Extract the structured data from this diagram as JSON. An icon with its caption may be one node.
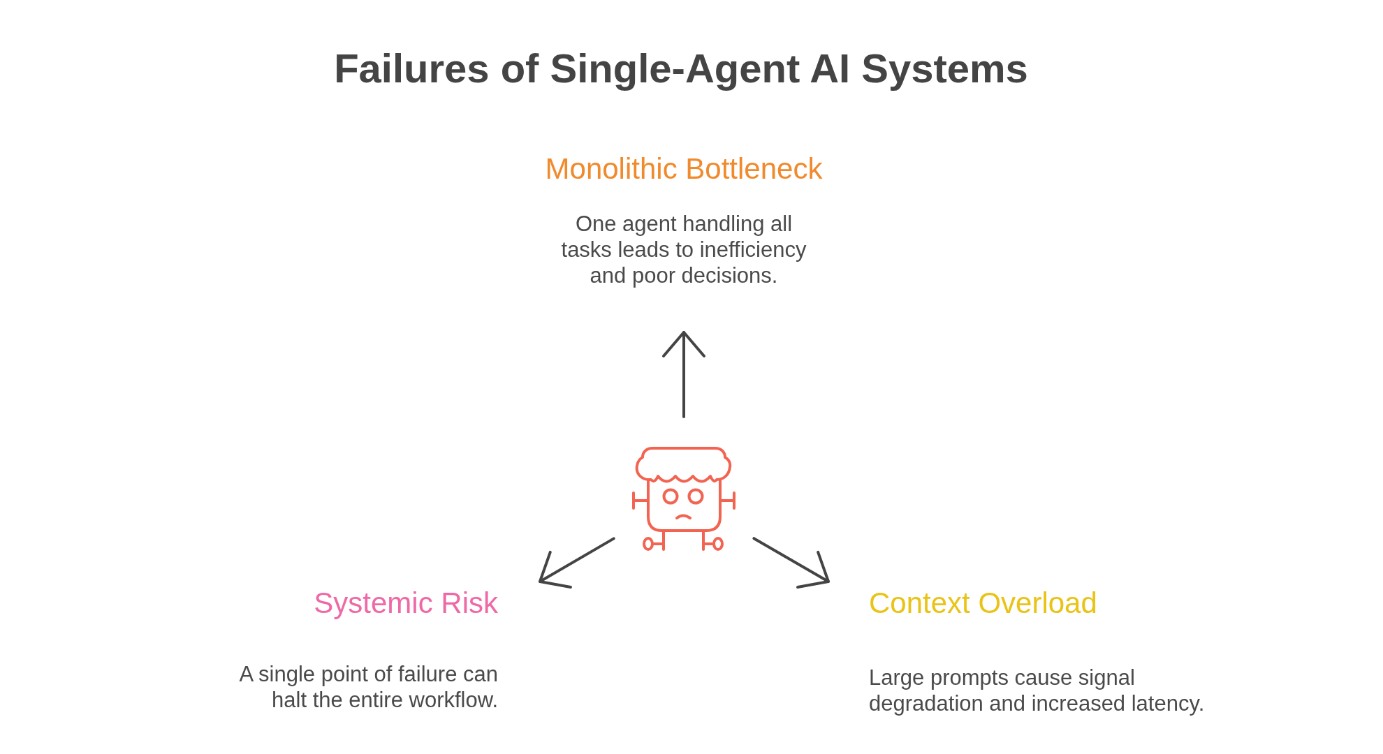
{
  "diagram": {
    "title": "Failures of Single-Agent AI Systems",
    "nodes": [
      {
        "text": [
          "Monolithic Bottleneck",
          "One agent handling all tasks leads to inefficiency and poor decisions."
        ]
      },
      {
        "text": [],
        "shape": "picture"
      },
      {
        "text": [
          "Systemic Risk",
          "A single point of failure can halt the entire workflow."
        ]
      },
      {
        "text": [
          "Context Overload",
          "Large prompts cause signal degradation and increased latency."
        ]
      }
    ],
    "edges": [
      {
        "from": 1,
        "to": 0,
        "arrow": "to"
      },
      {
        "from": 1,
        "to": 2,
        "arrow": "to"
      },
      {
        "from": 1,
        "to": 3,
        "arrow": "to"
      }
    ]
  }
}
